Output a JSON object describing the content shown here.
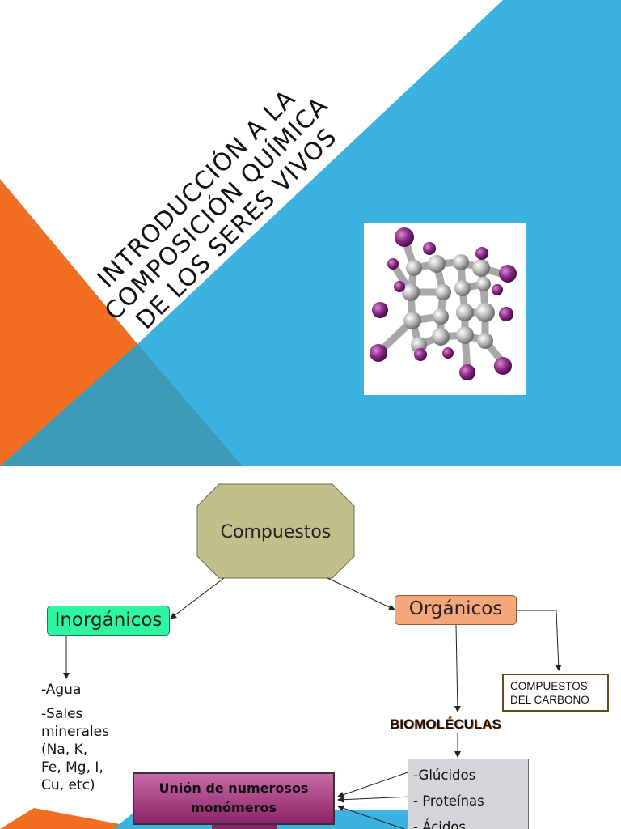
{
  "slide1": {
    "title": "Introducción a la\ncomposición química\nde los seres vivos",
    "colors": {
      "orange": "#f26f21",
      "blue": "#3bb2e0",
      "teal": "#3d9ab8"
    },
    "image_icon": "molecule-3d-model"
  },
  "slide2": {
    "root": "Compuestos",
    "inorganic": "Inorgánicos",
    "organic": "Orgánicos",
    "carbon_compounds": "COMPUESTOS\nDEL CARBONO",
    "inorganic_items": [
      "-Agua",
      "-Sales\nminerales\n(Na, K,\nFe, Mg, I,\nCu, etc)"
    ],
    "biomolecules": "BIOMOLÉCULAS",
    "biomolecule_items": [
      "-Glúcidos",
      "- Proteínas",
      "- Ácidos"
    ],
    "union": "Unión de numerosos\nmonómeros",
    "colors": {
      "root": "#c2c08a",
      "inorganic": "#2ef5a0",
      "organic": "#f5a77c",
      "union": "#a64a88",
      "bio_box": "#d5d5d9"
    }
  }
}
